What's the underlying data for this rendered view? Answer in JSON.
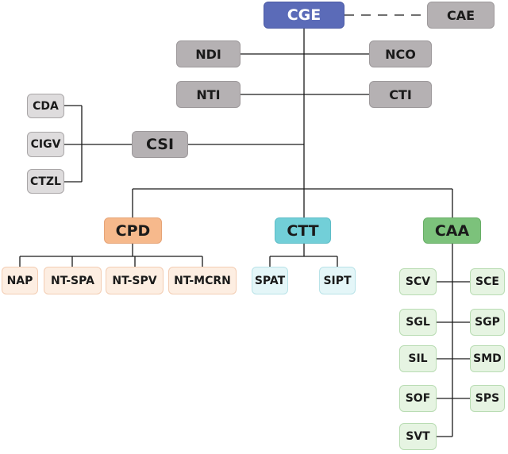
{
  "nodes": {
    "cge": "CGE",
    "cae": "CAE",
    "ndi": "NDI",
    "nco": "NCO",
    "nti": "NTI",
    "cti": "CTI",
    "csi": "CSI",
    "cda": "CDA",
    "cigv": "CIGV",
    "ctzl": "CTZL",
    "cpd": "CPD",
    "ctt": "CTT",
    "caa": "CAA",
    "nap": "NAP",
    "nt_spa": "NT-SPA",
    "nt_spv": "NT-SPV",
    "nt_mcrn": "NT-MCRN",
    "spat": "SPAT",
    "sipt": "SIPT",
    "scv": "SCV",
    "sce": "SCE",
    "sgl": "SGL",
    "sgp": "SGP",
    "sil": "SIL",
    "smd": "SMD",
    "sof": "SOF",
    "sps": "SPS",
    "svt": "SVT"
  },
  "colors": {
    "primary": "#5b6bb8",
    "gray": "#b5b1b3",
    "light_gray": "#dedcdd",
    "orange": "#f6b98c",
    "teal": "#72cfd8",
    "green": "#7cc27b",
    "line": "#1a1a1a"
  }
}
